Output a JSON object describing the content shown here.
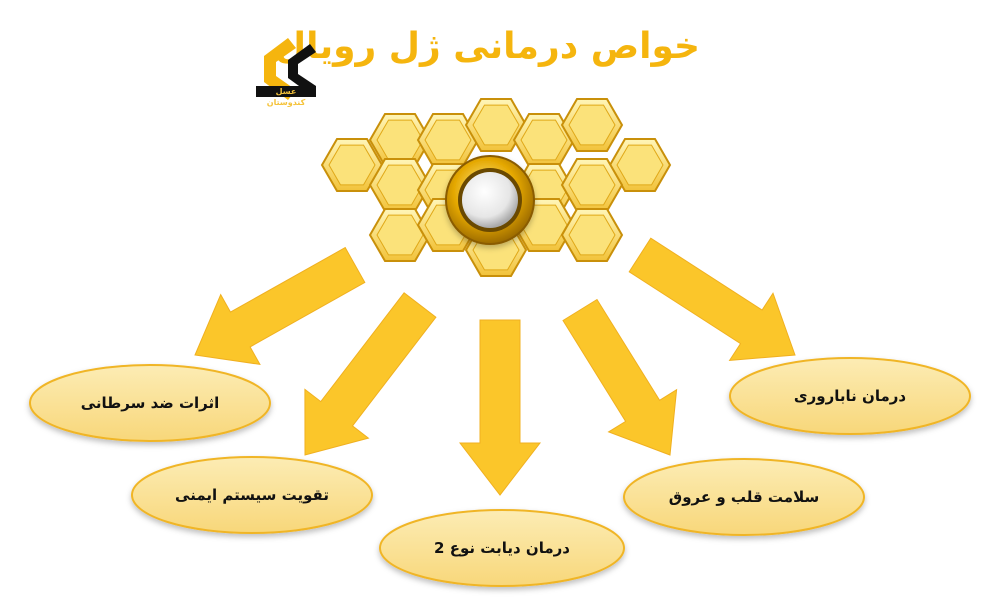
{
  "title": "خواص درمانی ژل رویال",
  "logo": {
    "icon": "brand-logo-icon",
    "text": "عسل کندوستان"
  },
  "center": {
    "icon": "royal-jelly-pearl-icon"
  },
  "items": [
    {
      "label": "اثرات ضد سرطانی"
    },
    {
      "label": "تقویت سیستم ایمنی"
    },
    {
      "label": "درمان دیابت نوع 2"
    },
    {
      "label": "سلامت قلب و عروق"
    },
    {
      "label": "درمان ناباروری"
    }
  ],
  "colors": {
    "accent": "#f5b50e",
    "arrow": "#fbc62a",
    "ellipse_fill": "#fbe7a4",
    "ellipse_stroke": "#f0b526",
    "honeycomb": "#f3c73d"
  }
}
